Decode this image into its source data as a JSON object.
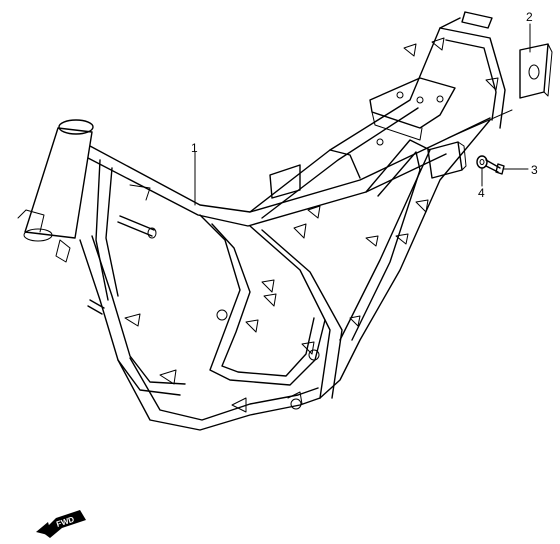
{
  "callouts": {
    "frame": "1",
    "cover": "2",
    "bolt": "3",
    "washer": "4"
  },
  "direction_marker": "FWD"
}
